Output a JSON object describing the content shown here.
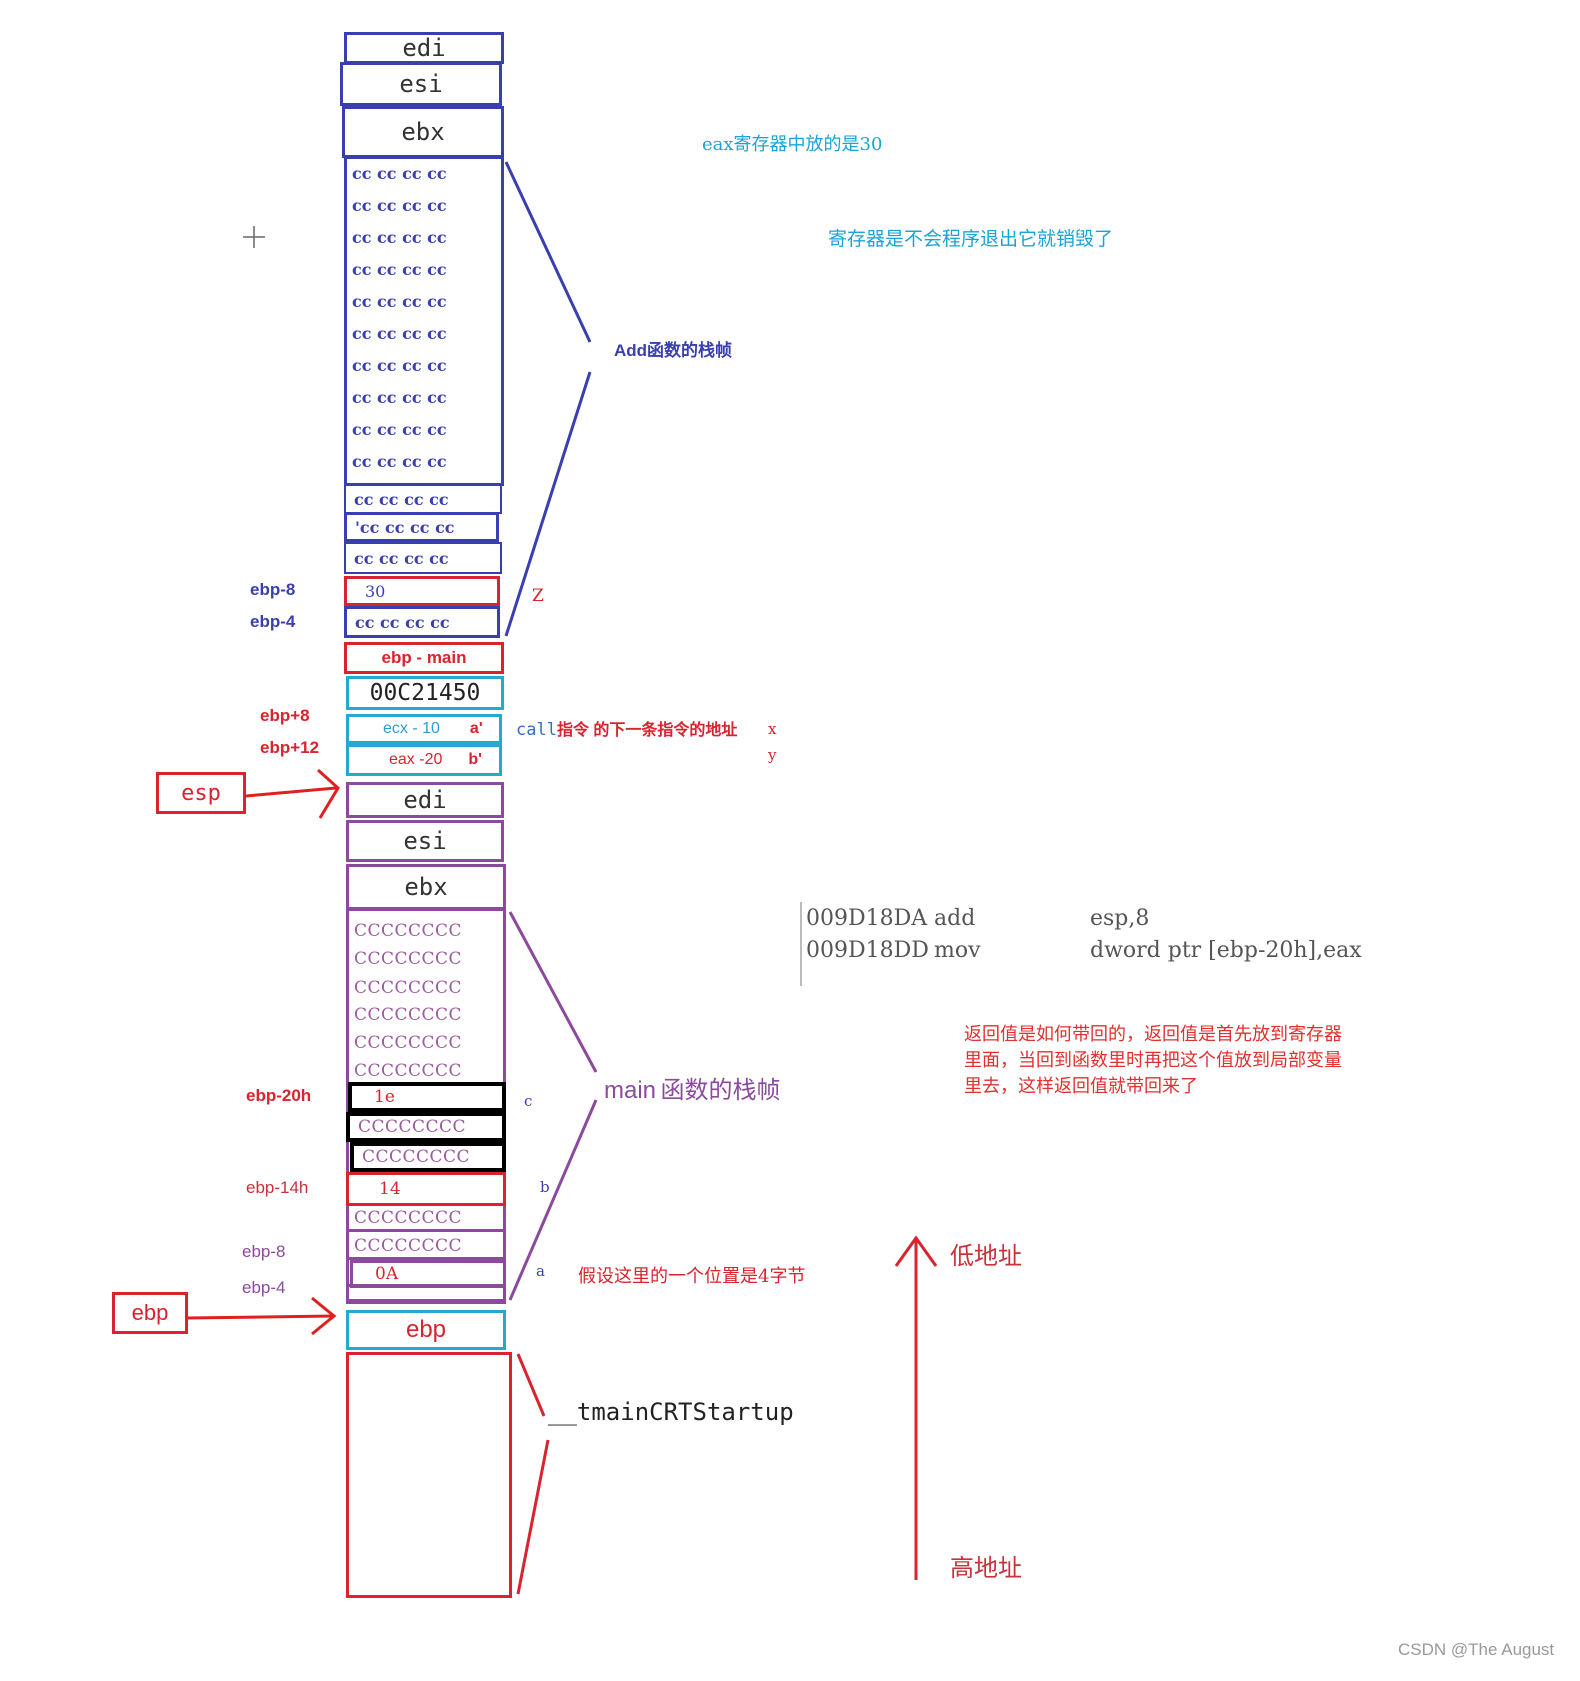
{
  "add_frame": {
    "registers": [
      "edi",
      "esi",
      "ebx"
    ],
    "cc_rows": [
      "cc cc cc cc",
      "cc cc cc cc",
      "cc cc cc cc",
      "cc cc cc cc",
      "cc cc cc cc",
      "cc cc cc cc",
      "cc cc cc cc",
      "cc cc cc cc",
      "cc cc cc cc",
      "cc cc cc cc",
      "cc cc cc cc",
      "'cc cc cc cc",
      "cc cc cc cc"
    ],
    "z_value": "30",
    "ebp_minus4_value": "cc cc cc cc",
    "label": "Add函数的栈帧",
    "ebp_minus8_label": "ebp-8",
    "ebp_minus4_label": "ebp-4",
    "z_label": "Z"
  },
  "call_area": {
    "ebp_main": "ebp - main",
    "return_addr": "00C21450",
    "param_a_value": "ecx - 10",
    "param_a_tag": "a'",
    "param_b_value": "eax -20",
    "param_b_tag": "b'",
    "ebp_plus8": "ebp+8",
    "ebp_plus12": "ebp+12",
    "call_note_prefix": "call",
    "call_note_rest": "指令 的下一条指令的地址",
    "x": "x",
    "y": "y"
  },
  "esp_label": "esp",
  "main_frame": {
    "registers": [
      "edi",
      "esi",
      "ebx"
    ],
    "cc_rows_top": [
      "CCCCCCCC",
      "CCCCCCCC",
      "CCCCCCCC",
      "CCCCCCCC",
      "CCCCCCCC",
      "CCCCCCCC"
    ],
    "c_value": "1e",
    "c_rows": [
      "CCCCCCCC",
      "CCCCCCCC"
    ],
    "b_value": "14",
    "after_b_rows": [
      "CCCCCCCC",
      "CCCCCCCC"
    ],
    "a_value": "0A",
    "ebp_minus20h": "ebp-20h",
    "ebp_minus14h": "ebp-14h",
    "ebp_minus8": "ebp-8",
    "ebp_minus4": "ebp-4",
    "c_tag": "c",
    "b_tag": "b",
    "a_tag": "a",
    "label_latin": "main",
    "label_cjk": "函数的栈帧",
    "a_note": "假设这里的一个位置是4字节"
  },
  "ebp_label": "ebp",
  "ebp_cell": "ebp",
  "startup_label": "__tmainCRTStartup",
  "notes": {
    "eax_note": "eax寄存器中放的是30",
    "register_note": "寄存器是不会程序退出它就销毁了",
    "return_note_lines": [
      "返回值是如何带回的，返回值是首先放到寄存器",
      "里面，当回到函数里时再把这个值放到局部变量",
      "里去，这样返回值就带回来了"
    ]
  },
  "asm": [
    {
      "addr": "009D18DA",
      "op": "add",
      "args": "esp,8"
    },
    {
      "addr": "009D18DD",
      "op": "mov",
      "args": "dword ptr [ebp-20h],eax"
    }
  ],
  "arrow_labels": {
    "low": "低地址",
    "high": "高地址"
  },
  "watermark": "CSDN @The   August",
  "colors": {
    "blue": "#3a3fb0",
    "red": "#d9232e",
    "cyan": "#27a8d0",
    "purple": "#8b4a9c",
    "note_cyan": "#1aa3d6"
  }
}
